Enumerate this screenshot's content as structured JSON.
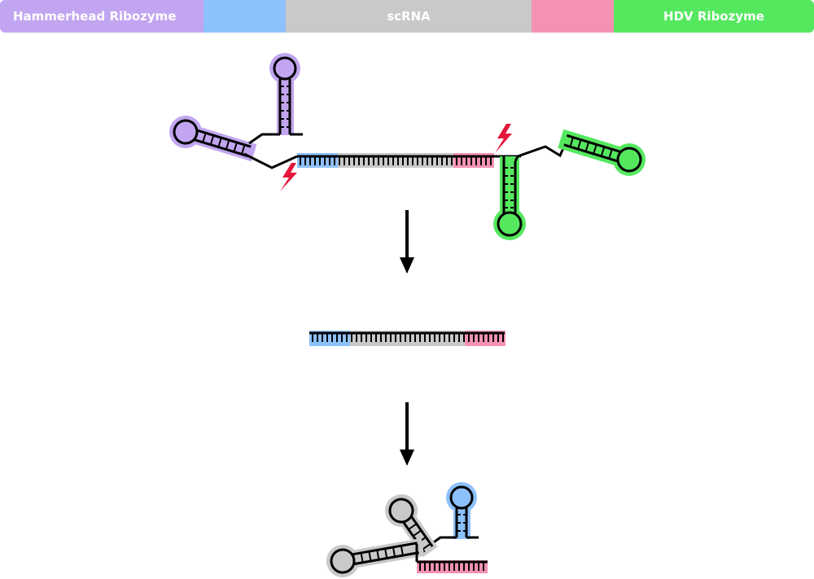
{
  "legend": {
    "hammerhead_label": "Hammerhead Ribozyme",
    "five_prime_label": "",
    "scrna_label": "scRNA",
    "three_prime_label": "",
    "hdv_label": "HDV Ribozyme"
  },
  "colors": {
    "hammerhead": "#c2a5f0",
    "five_prime_arm": "#8dc1fb",
    "scrna": "#c9c9c9",
    "three_prime_arm": "#f592b2",
    "hdv": "#55e85f",
    "cleavage": "#e4163a",
    "strand": "#000000"
  },
  "icons": {
    "cleavage_site": "lightning-bolt-icon",
    "process_step": "arrow-down-icon"
  }
}
